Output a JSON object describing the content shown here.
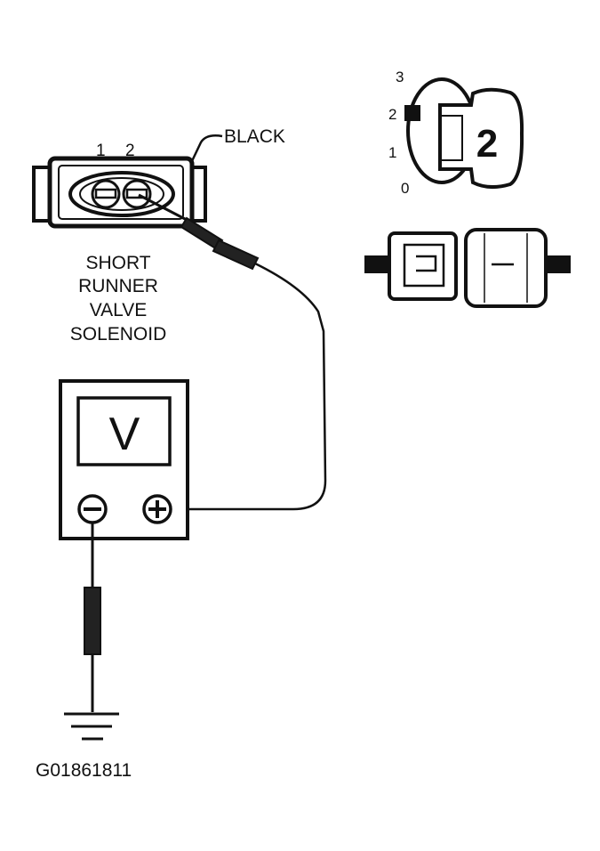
{
  "connector": {
    "pin1": "1",
    "pin2": "2",
    "wire_color_label": "BLACK",
    "name_lines": [
      "SHORT",
      "RUNNER",
      "VALVE",
      "SOLENOID"
    ]
  },
  "ignition": {
    "positions": [
      "3",
      "2",
      "1",
      "0"
    ],
    "key_number": "2"
  },
  "meter": {
    "display": "V",
    "neg_terminal": "−",
    "pos_terminal": "+"
  },
  "figure_id": "G01861811"
}
